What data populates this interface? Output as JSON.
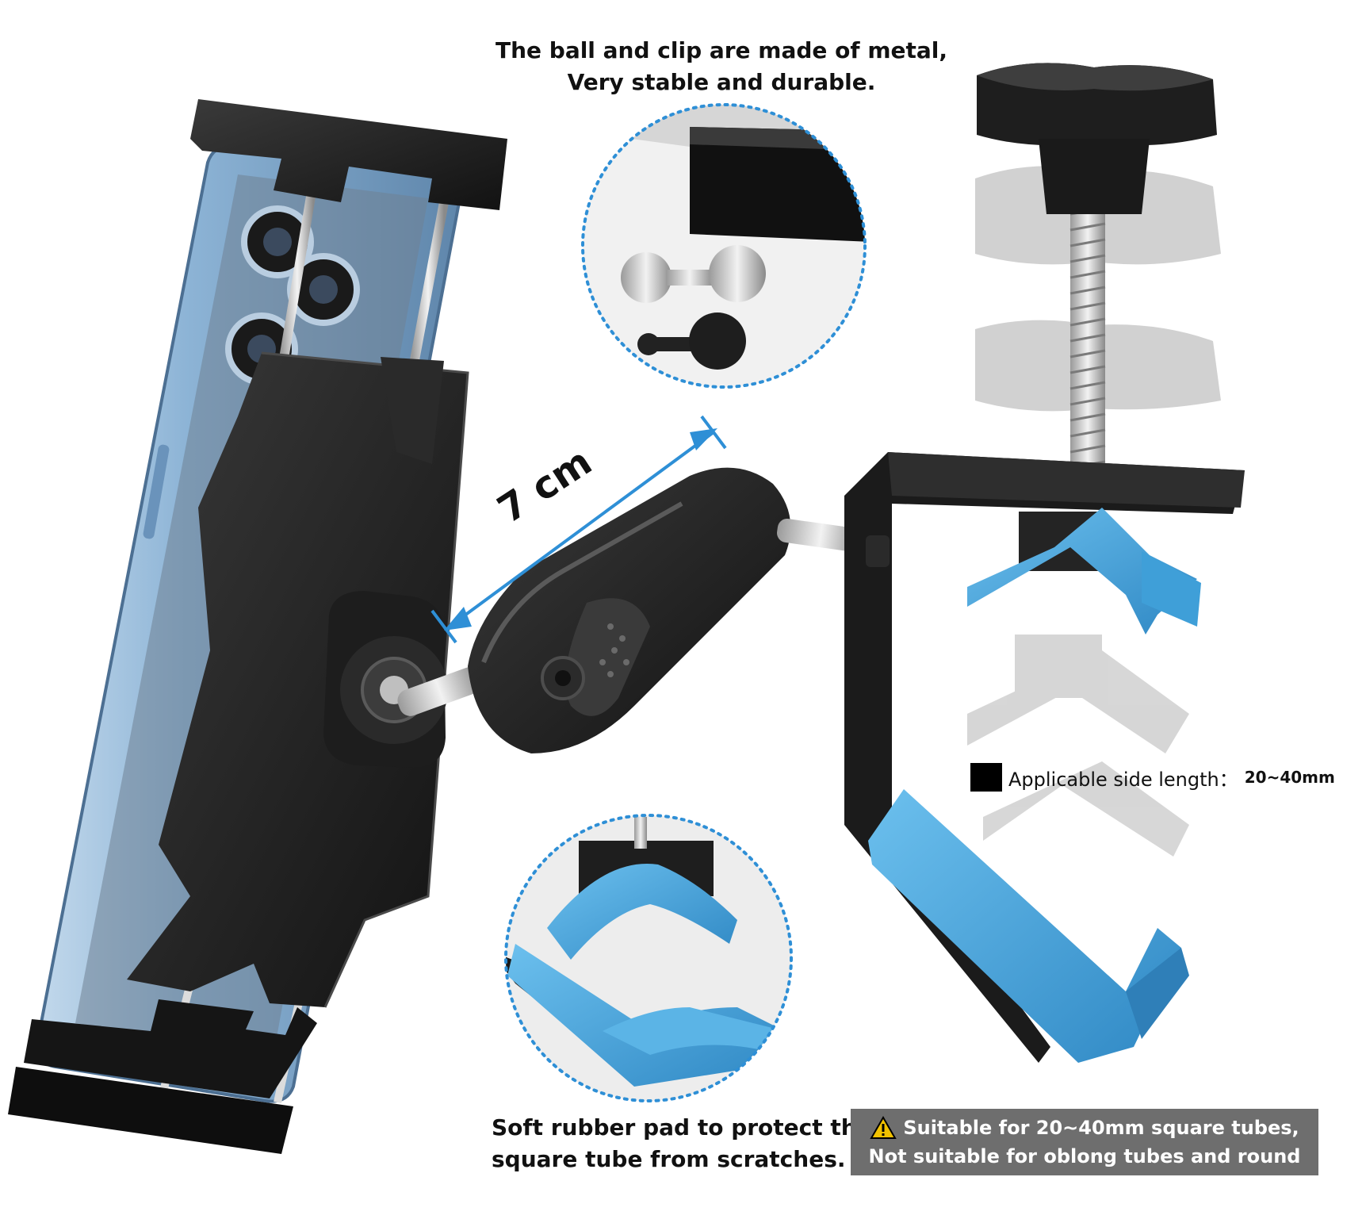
{
  "top_caption": {
    "line1": "The ball and clip are made of metal,",
    "line2": "Very stable and durable."
  },
  "measurement_label": "7 cm",
  "side_length": {
    "label": "Applicable side length：",
    "value": "20~40mm"
  },
  "bottom_caption": {
    "line1": "Soft rubber pad to protect the",
    "line2": "square tube from scratches."
  },
  "warning": {
    "line1": "Suitable for 20~40mm square tubes,",
    "line2": "Not suitable for oblong tubes and round tubes."
  },
  "colors": {
    "accent_blue": "#3a9ad6",
    "pad_blue": "#3f9fd8",
    "body_black": "#1c1c1c",
    "phone_blue": "#8db4d6",
    "warning_bg": "#6e6e6e"
  }
}
